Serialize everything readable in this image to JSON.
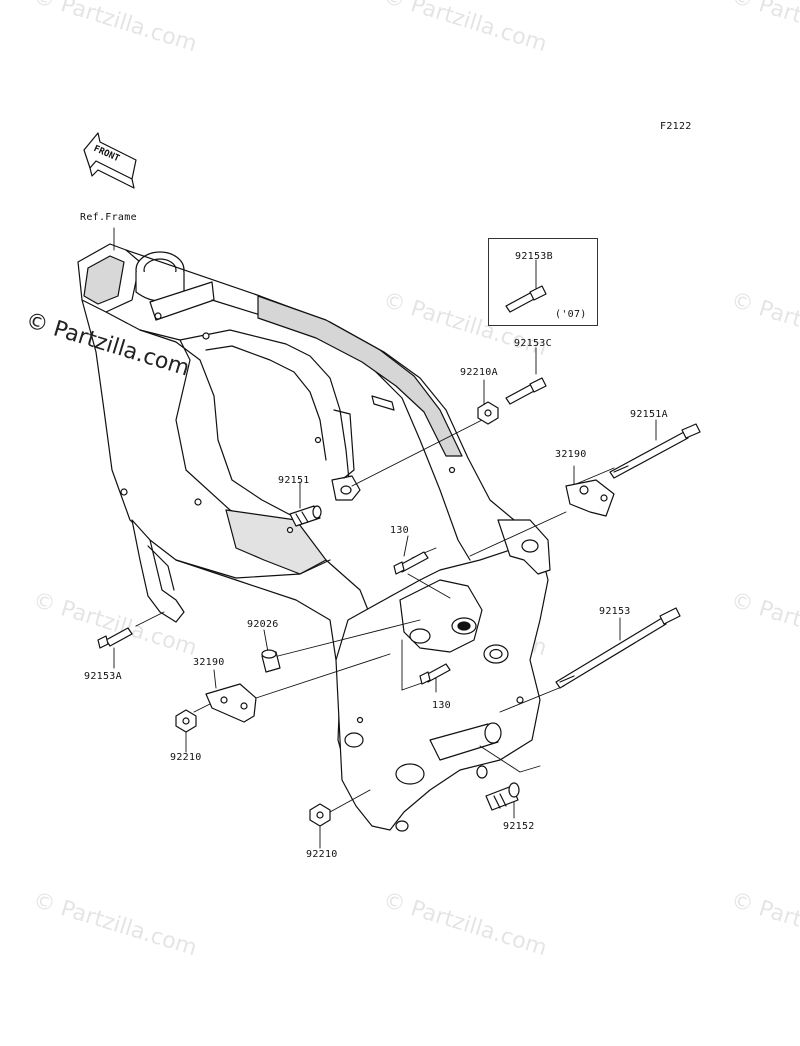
{
  "figure_code": "F2122",
  "front_label": "FRONT",
  "ref_frame_label": "Ref.Frame",
  "inset": {
    "part": "92153B",
    "note": "('07)"
  },
  "parts": {
    "p92153C": "92153C",
    "p92210A": "92210A",
    "p92151A": "92151A",
    "p32190_right": "32190",
    "p92151": "92151",
    "p130_top": "130",
    "p92026": "92026",
    "p32190_left": "32190",
    "p92153": "92153",
    "p92153A": "92153A",
    "p130_bottom": "130",
    "p92210_left": "92210",
    "p92152": "92152",
    "p92210_bottom": "92210"
  },
  "watermark": {
    "main": "© Partzilla.com",
    "tile": "© Partzilla.com"
  },
  "colors": {
    "line": "#111111",
    "fill": "#ffffff",
    "shade": "#cfcfcf",
    "watermark": "#000000"
  }
}
